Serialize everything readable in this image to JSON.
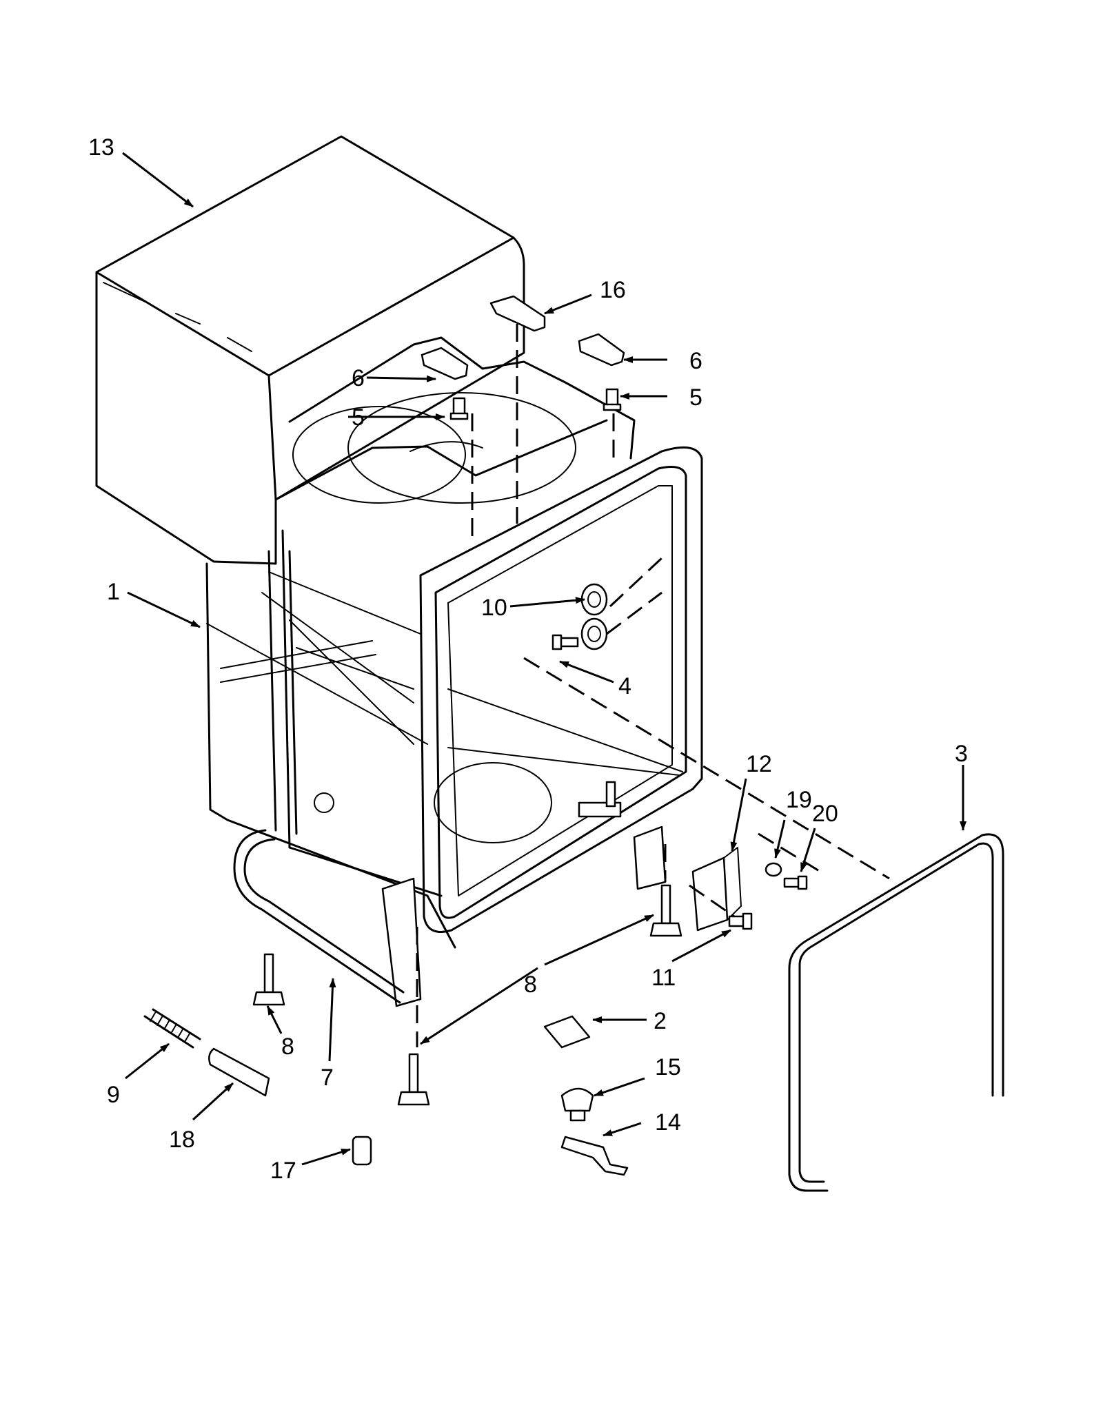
{
  "callouts": [
    "1",
    "2",
    "3",
    "4",
    "5",
    "5",
    "6",
    "6",
    "7",
    "8",
    "8",
    "9",
    "10",
    "11",
    "12",
    "13",
    "14",
    "15",
    "16",
    "17",
    "18",
    "19",
    "20"
  ]
}
